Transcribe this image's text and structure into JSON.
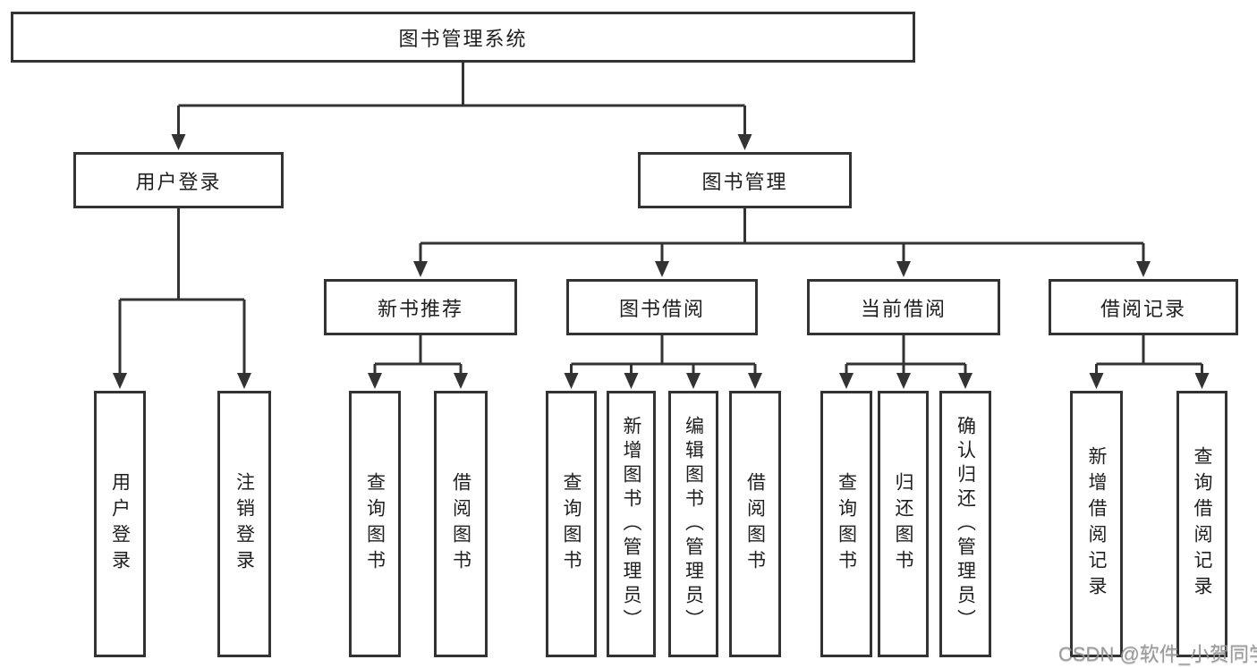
{
  "tree": {
    "root": {
      "label": "图书管理系统"
    },
    "branches": [
      {
        "label": "用户登录",
        "children": [
          {
            "label": "用户登录"
          },
          {
            "label": "注销登录"
          }
        ]
      },
      {
        "label": "图书管理",
        "children": [
          {
            "label": "新书推荐",
            "children": [
              {
                "label": "查询图书"
              },
              {
                "label": "借阅图书"
              }
            ]
          },
          {
            "label": "图书借阅",
            "children": [
              {
                "label": "查询图书"
              },
              {
                "label": "新增图书（管理员）"
              },
              {
                "label": "编辑图书（管理员）"
              },
              {
                "label": "借阅图书"
              }
            ]
          },
          {
            "label": "当前借阅",
            "children": [
              {
                "label": "查询图书"
              },
              {
                "label": "归还图书"
              },
              {
                "label": "确认归还（管理员）"
              }
            ]
          },
          {
            "label": "借阅记录",
            "children": [
              {
                "label": "新增借阅记录"
              },
              {
                "label": "查询借阅记录"
              }
            ]
          }
        ]
      }
    ]
  },
  "watermark": {
    "text": "CSDN @软件_小贺同学"
  },
  "colors": {
    "line": "#333333",
    "box_border": "#333333",
    "box_background": "#ffffff",
    "text": "#1f1f1f",
    "watermark": "#969696"
  }
}
